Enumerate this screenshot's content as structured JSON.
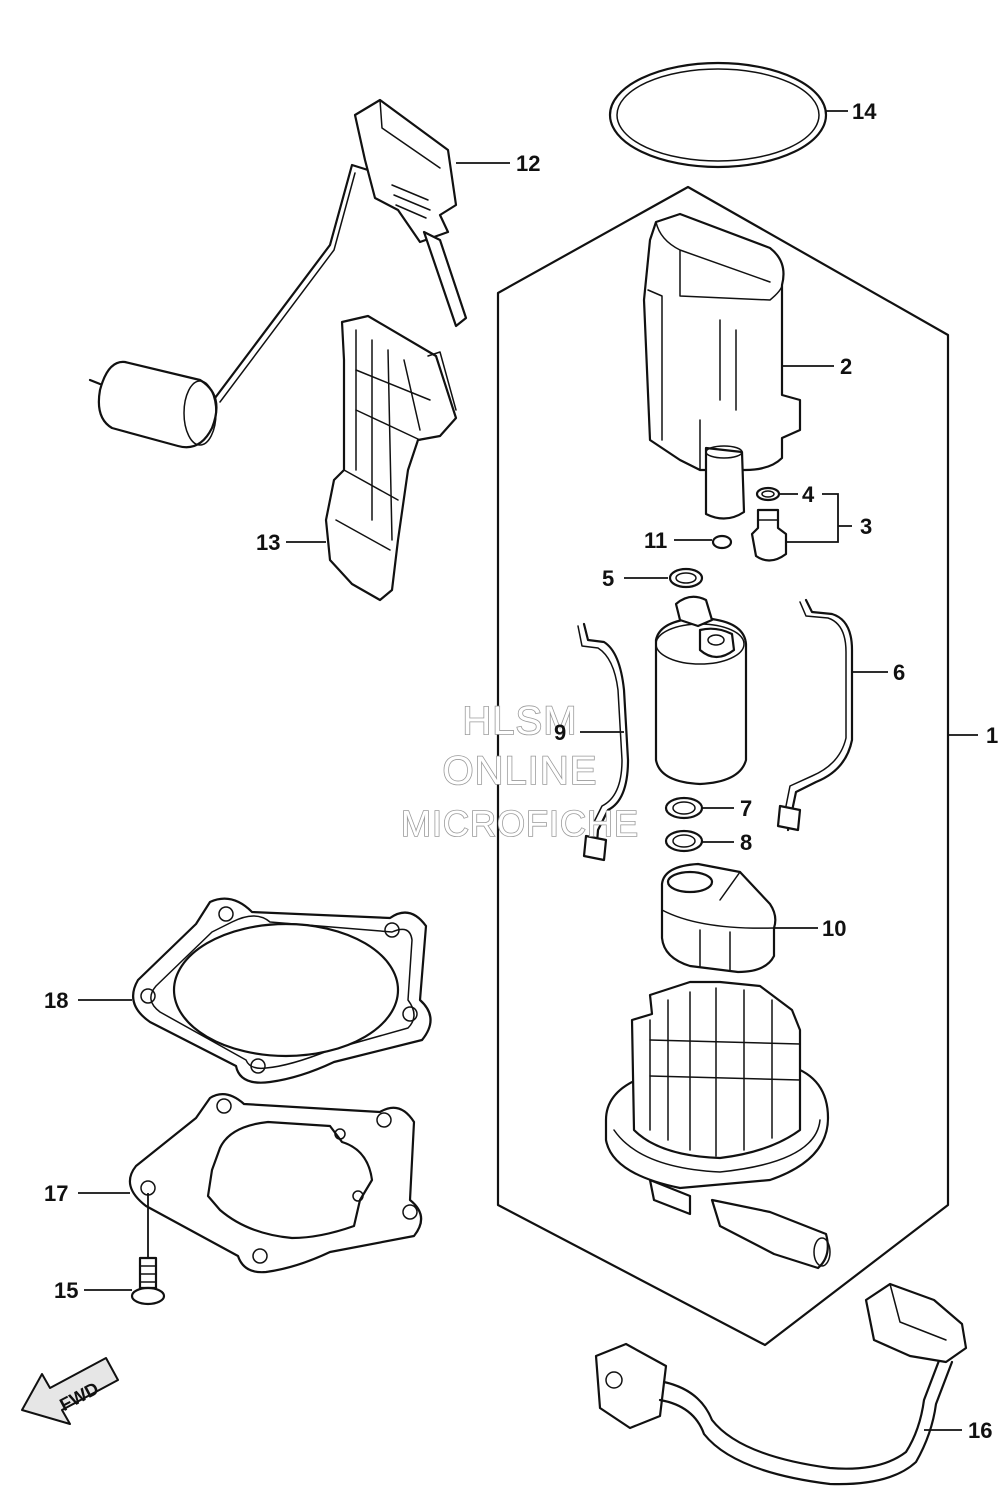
{
  "watermark": {
    "line1": "HLSM",
    "line2": "ONLINE",
    "line3": "MICROFICHE"
  },
  "direction_badge": "FWD",
  "callouts": {
    "c1": "1",
    "c2": "2",
    "c3": "3",
    "c4": "4",
    "c5": "5",
    "c6": "6",
    "c7": "7",
    "c8": "8",
    "c9": "9",
    "c10": "10",
    "c11": "11",
    "c12": "12",
    "c13": "13",
    "c14": "14",
    "c15": "15",
    "c16": "16",
    "c17": "17",
    "c18": "18"
  }
}
